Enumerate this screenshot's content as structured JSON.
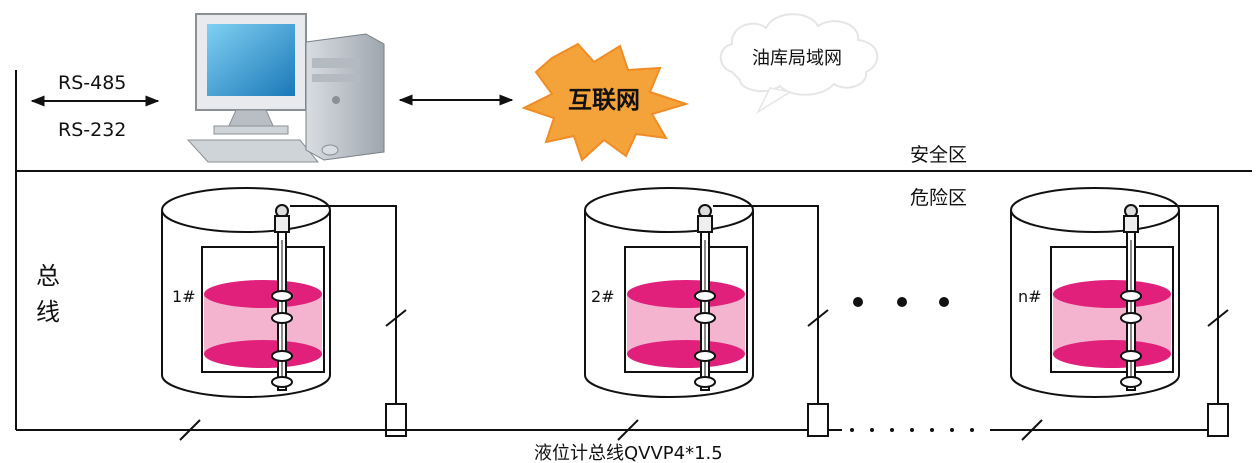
{
  "links": {
    "rs485": "RS-485",
    "rs232": "RS-232"
  },
  "network": {
    "internet": "互联网",
    "lan": "油库局域网"
  },
  "zones": {
    "safe": "安全区",
    "danger": "危险区"
  },
  "bus": {
    "label_line1": "总",
    "label_line2": "线",
    "cable": "液位计总线QVVP4*1.5"
  },
  "tanks": [
    {
      "label": "1#"
    },
    {
      "label": "2#"
    },
    {
      "label": "n#"
    }
  ],
  "colors": {
    "liquid": "#e0207a",
    "liquid_light": "#f4b4cf",
    "starburst": "#f4a23a",
    "danger_text": "#e8892a",
    "line": "#111111"
  },
  "icons": {
    "computer": "desktop-computer-icon",
    "internet": "starburst-icon",
    "lan": "cloud-icon"
  }
}
